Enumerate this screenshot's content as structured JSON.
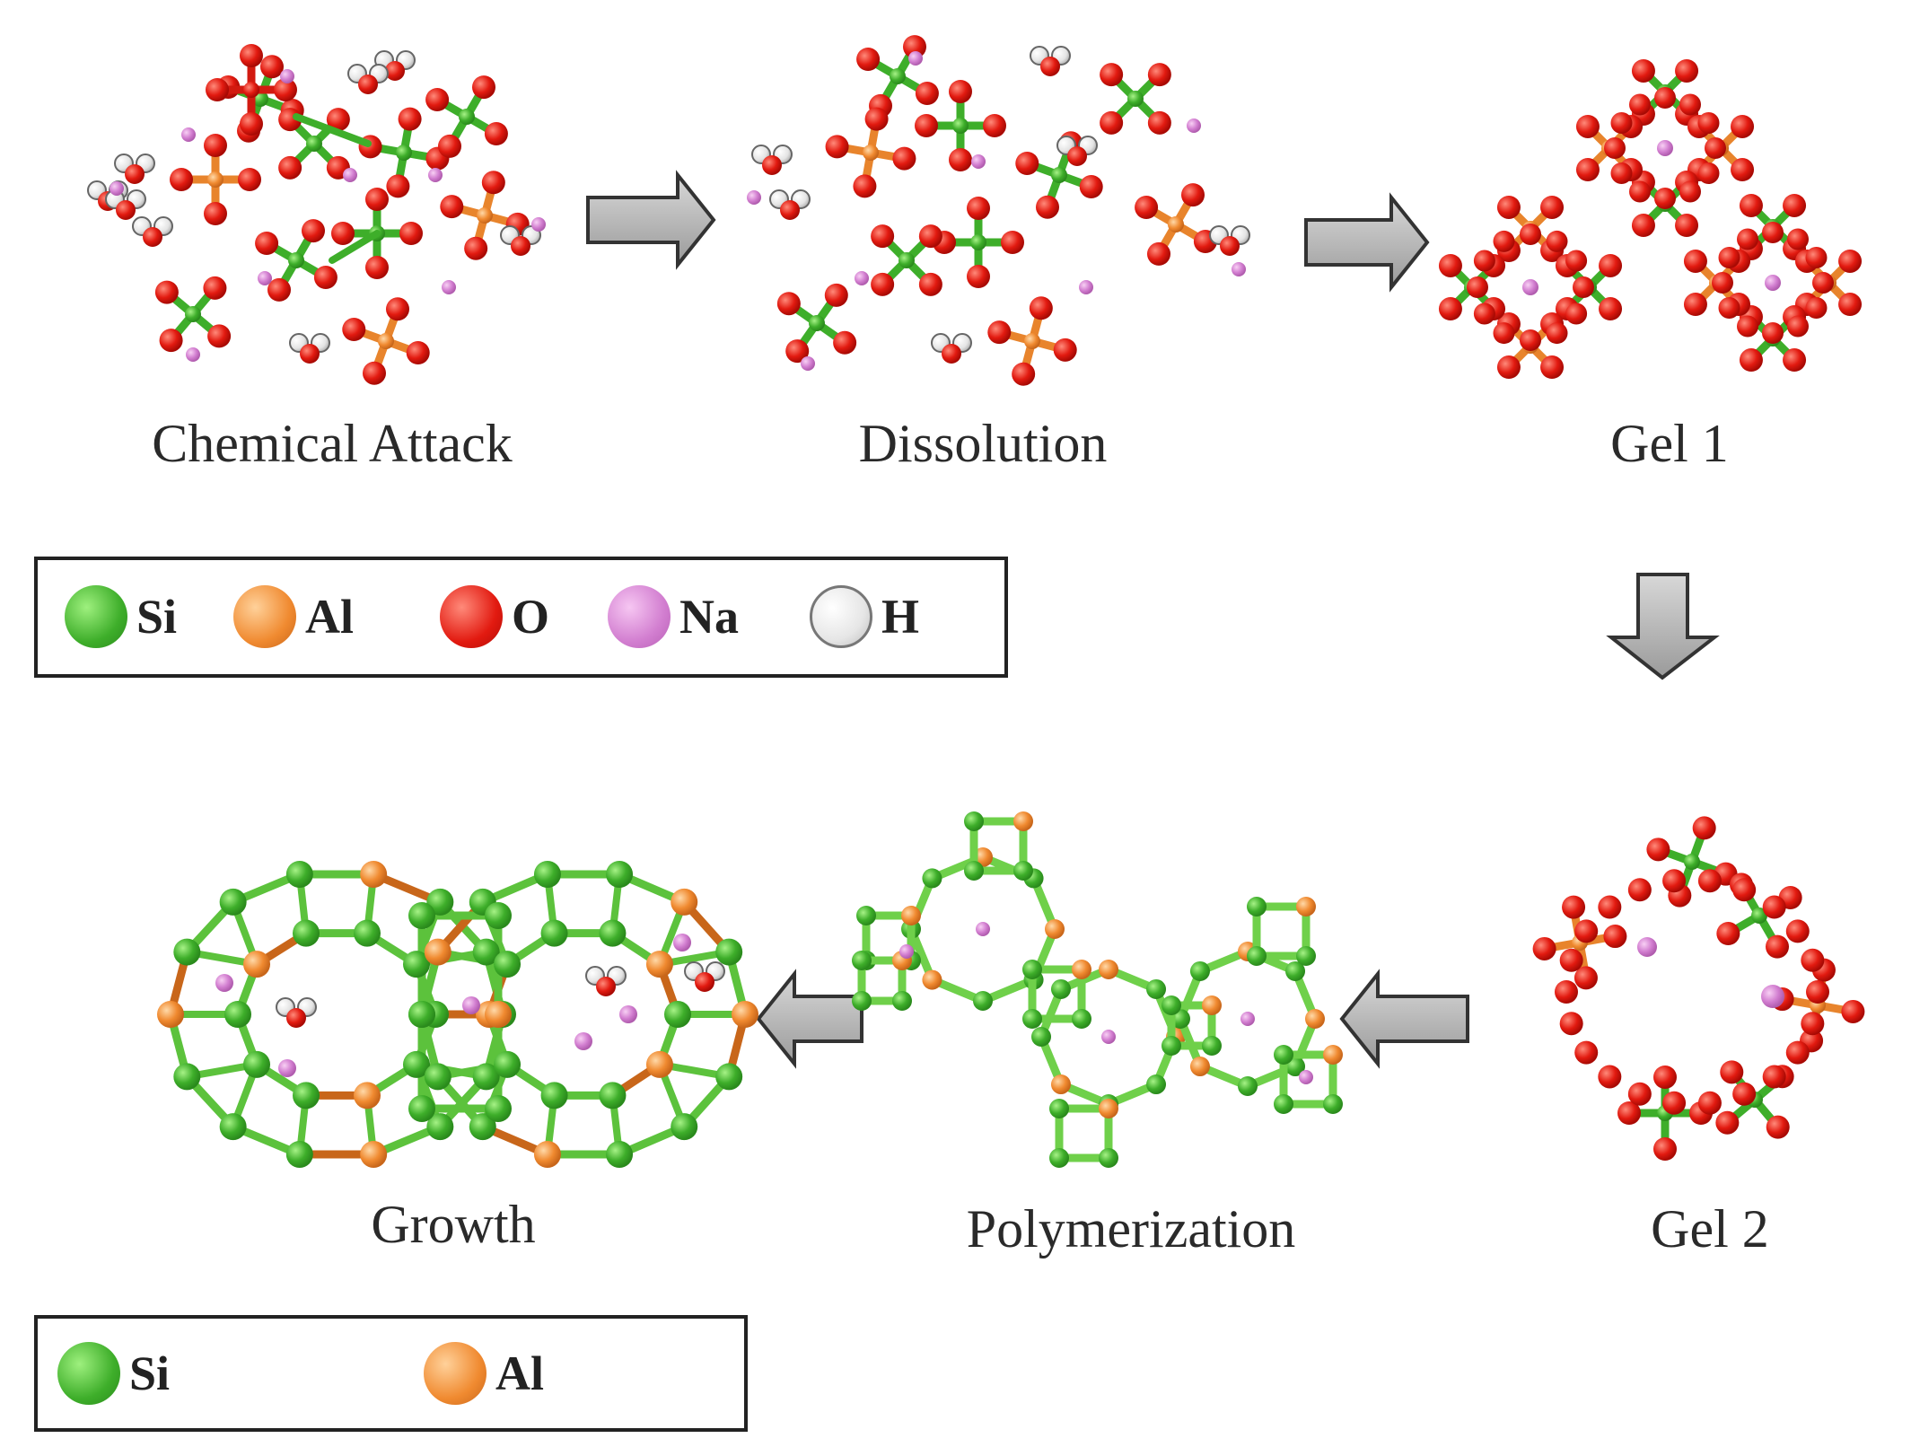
{
  "stages": {
    "chemical_attack": "Chemical Attack",
    "dissolution": "Dissolution",
    "gel1": "Gel 1",
    "gel2": "Gel 2",
    "polymerization": "Polymerization",
    "growth": "Growth"
  },
  "legend_atoms": [
    {
      "symbol": "Si",
      "color": "#3eae2a"
    },
    {
      "symbol": "Al",
      "color": "#f08a30"
    },
    {
      "symbol": "O",
      "color": "#e21a10"
    },
    {
      "symbol": "Na",
      "color": "#d27ed0"
    },
    {
      "symbol": "H",
      "color": "#eeeeee"
    }
  ],
  "legend_tetrahedra": [
    {
      "symbol": "Si",
      "color": "#3eae2a"
    },
    {
      "symbol": "Al",
      "color": "#f08a30"
    }
  ]
}
